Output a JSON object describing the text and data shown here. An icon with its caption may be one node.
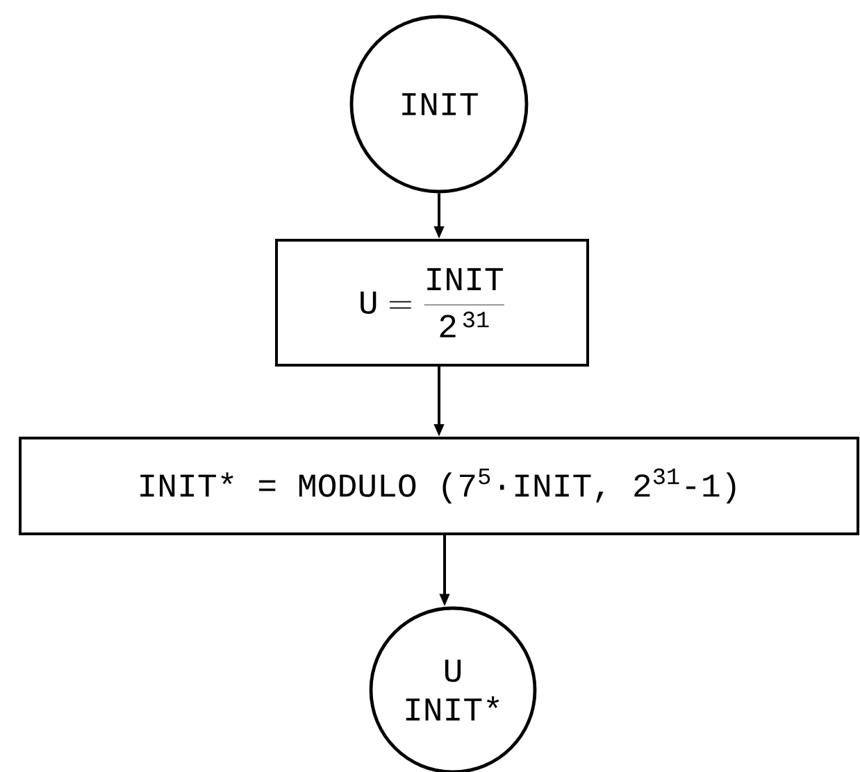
{
  "diagram": {
    "nodes": [
      {
        "text": [
          "INIT"
        ]
      },
      {
        "text": [
          "\\mathtt{U} = \\frac{\\mathtt{INIT}}{\\mathtt{2}^{\\,\\mathtt{31}}}"
        ]
      },
      {
        "text": [
          "INIT* = MODULO (7$^{5}$·INIT, 2$^{31}$-1)"
        ]
      },
      {
        "text": [
          "U",
          "INIT*"
        ]
      }
    ],
    "edges": [
      {
        "from": 0,
        "to": 1,
        "arrow": "to"
      },
      {
        "from": 1,
        "to": 2,
        "arrow": "to"
      },
      {
        "from": 2,
        "to": 3,
        "arrow": "to"
      }
    ]
  }
}
